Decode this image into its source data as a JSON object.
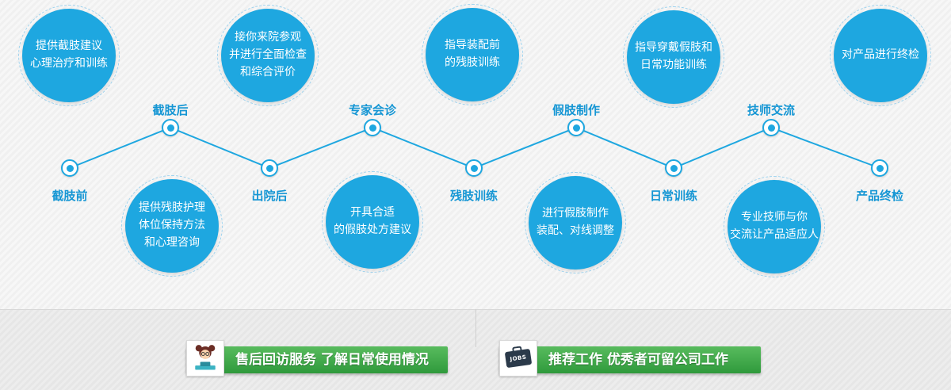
{
  "theme": {
    "accent_blue": "#1ea7e0",
    "dashed_ring_blue": "#9ed3ef",
    "label_blue": "#1596d4",
    "banner_green_top": "#58bb5e",
    "banner_green_bottom": "#2f9a3c"
  },
  "timeline": {
    "stages": [
      {
        "label": "截肢前"
      },
      {
        "label": "截肢后"
      },
      {
        "label": "出院后"
      },
      {
        "label": "专家会诊"
      },
      {
        "label": "残肢训练"
      },
      {
        "label": "假肢制作"
      },
      {
        "label": "日常训练"
      },
      {
        "label": "技师交流"
      },
      {
        "label": "产品终检"
      }
    ]
  },
  "bubbles": [
    {
      "text": "提供截肢建议\n心理治疗和训练"
    },
    {
      "text": "接你来院参观\n并进行全面检查\n和综合评价"
    },
    {
      "text": "指导装配前\n的残肢训练"
    },
    {
      "text": "指导穿戴假肢和\n日常功能训练"
    },
    {
      "text": "对产品进行终检"
    },
    {
      "text": "提供残肢护理\n体位保持方法\n和心理咨询"
    },
    {
      "text": "开具合适\n的假肢处方建议"
    },
    {
      "text": "进行假肢制作\n装配、对线调整"
    },
    {
      "text": "专业技师与你\n交流让产品适应人"
    }
  ],
  "banners": [
    {
      "icon": "customer-service-girl-icon",
      "text": "售后回访服务 了解日常使用情况"
    },
    {
      "icon": "jobs-briefcase-icon",
      "icon_label": "JOBS",
      "text": "推荐工作 优秀者可留公司工作"
    }
  ]
}
